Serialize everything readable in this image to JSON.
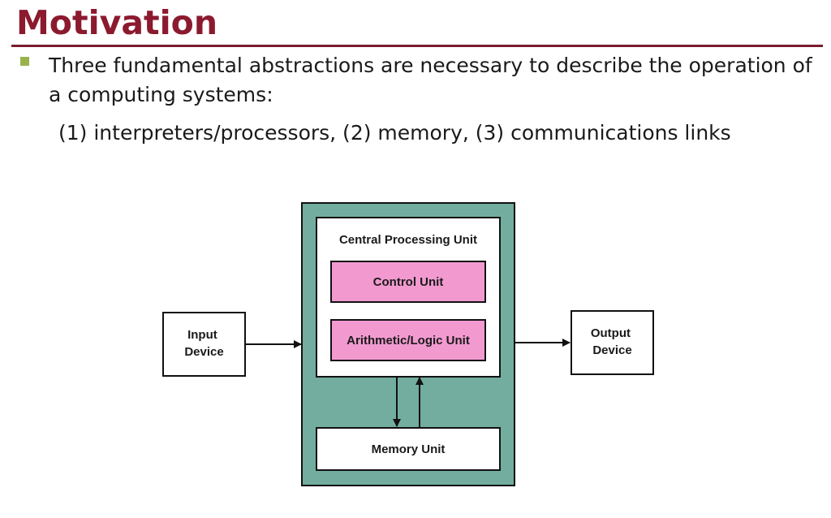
{
  "slide": {
    "title": "Motivation",
    "bullet": "Three fundamental abstractions are necessary to describe the operation of a computing systems:",
    "sub_line": "(1) interpreters/processors, (2) memory, (3) communications links"
  },
  "diagram": {
    "input_device": [
      "Input",
      "Device"
    ],
    "output_device": [
      "Output",
      "Device"
    ],
    "cpu_label": "Central Processing Unit",
    "control_unit": "Control Unit",
    "alu": "Arithmetic/Logic Unit",
    "memory_unit": "Memory Unit",
    "colors": {
      "outer_box": "#72ada0",
      "unit_fill": "#f29ad0",
      "title": "#8b1a2f",
      "bullet": "#99b34c"
    }
  }
}
